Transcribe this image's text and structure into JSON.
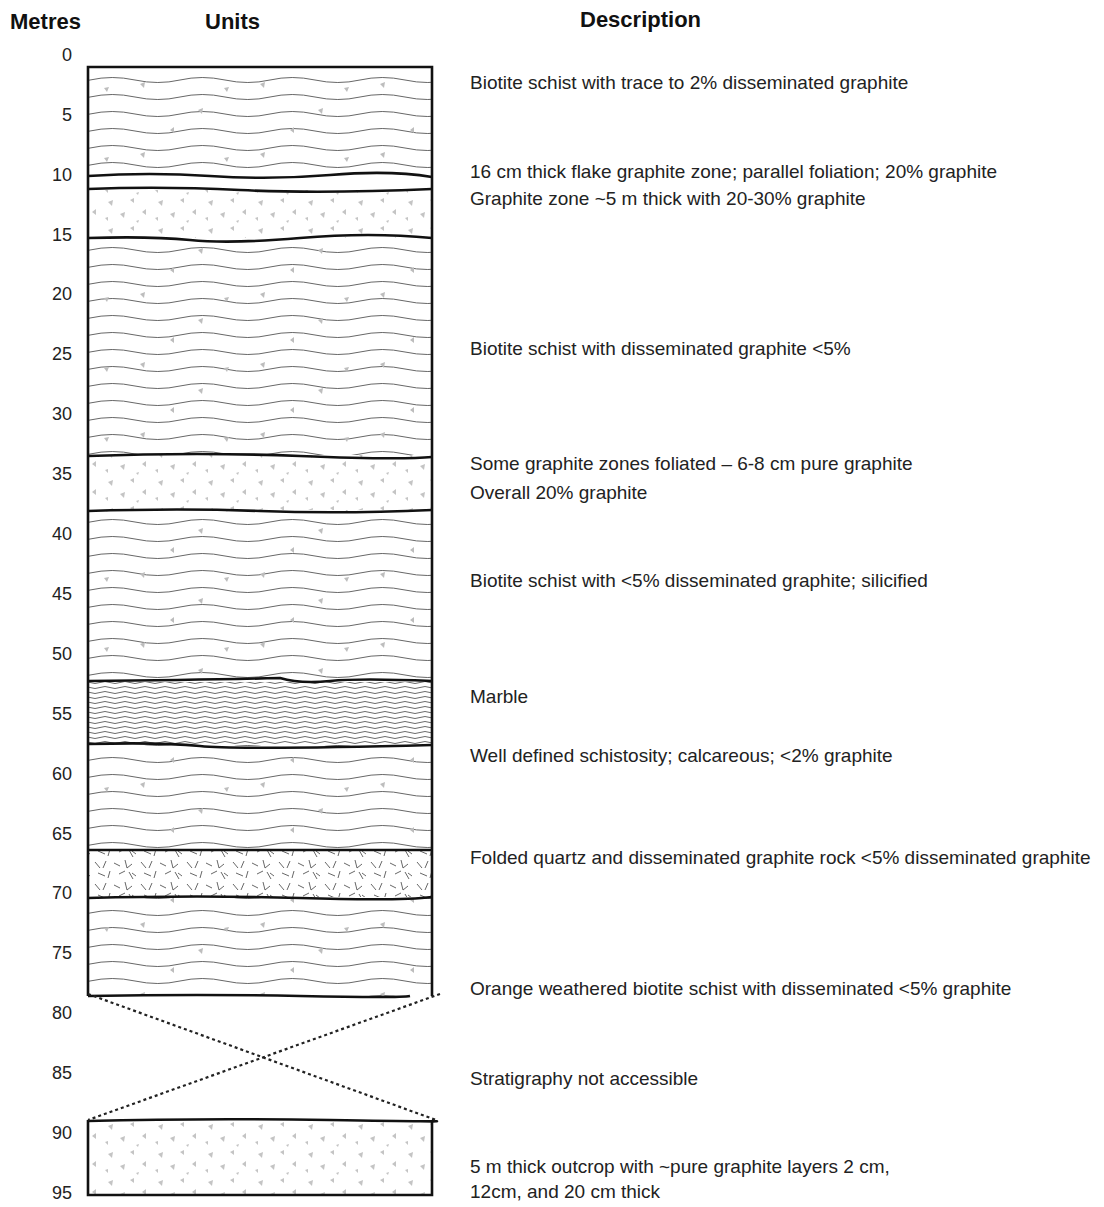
{
  "diagram": {
    "labels": [
      "Metres",
      "Units",
      "Description",
      "0",
      "5",
      "10",
      "15",
      "20",
      "25",
      "30",
      "35",
      "40",
      "45",
      "50",
      "55",
      "60",
      "65",
      "70",
      "75",
      "80",
      "85",
      "90",
      "95",
      "Biotite schist with trace to 2% disseminated graphite",
      "16 cm thick flake graphite zone; parallel foliation; 20% graphite",
      "Graphite zone ~5 m thick with 20-30% graphite",
      "Biotite schist with disseminated graphite <5%",
      "Some graphite zones foliated – 6-8 cm pure graphite",
      "Overall 20% graphite",
      "Biotite schist with <5% disseminated graphite; silicified",
      "Marble",
      "Well defined schistosity; calcareous; <2% graphite",
      "Folded quartz and disseminated graphite rock <5% disseminated graphite",
      "Orange weathered biotite schist with disseminated <5% graphite",
      "Stratigraphy not accessible",
      "5 m thick outcrop with ~pure graphite layers 2 cm, 12cm, and 20 cm thick"
    ]
  }
}
